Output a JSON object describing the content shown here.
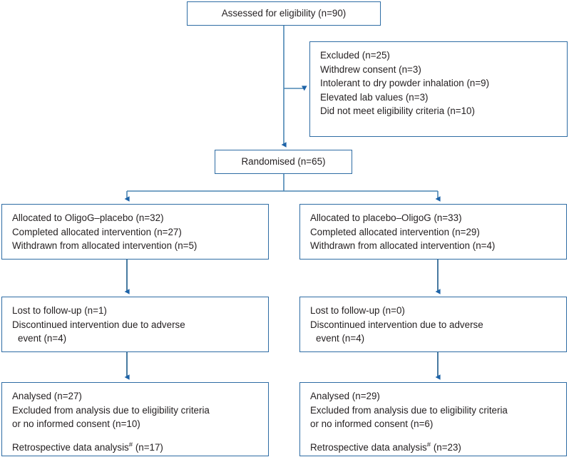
{
  "diagram": {
    "type": "consort-flow-diagram",
    "accent_color": "#2e6ca4",
    "text_color": "#231f20",
    "background": "#ffffff"
  },
  "nodes": {
    "assessed": {
      "label": "Assessed for eligibility (n=90)"
    },
    "excluded": {
      "lines": [
        "Excluded (n=25)",
        "Withdrew consent (n=3)",
        "Intolerant to dry powder inhalation (n=9)",
        "Elevated lab values (n=3)",
        "Did not meet eligibility criteria (n=10)"
      ]
    },
    "randomised": {
      "label": "Randomised (n=65)"
    },
    "allocation_left": {
      "lines": [
        "Allocated to OligoG–placebo (n=32)",
        "Completed allocated intervention (n=27)",
        "Withdrawn from allocated intervention (n=5)"
      ]
    },
    "allocation_right": {
      "lines": [
        "Allocated to placebo–OligoG (n=33)",
        "Completed allocated intervention (n=29)",
        "Withdrawn from allocated intervention (n=4)"
      ]
    },
    "followup_left": {
      "line1": "Lost to follow-up (n=1)",
      "line2": "Discontinued intervention due to adverse",
      "line3": "event (n=4)"
    },
    "followup_right": {
      "line1": "Lost to follow-up (n=0)",
      "line2": "Discontinued intervention due to adverse",
      "line3": "event (n=4)"
    },
    "analysed_left": {
      "line1": "Analysed (n=27)",
      "line2": "Excluded from analysis due to eligibility criteria",
      "line3": "or no informed consent (n=10)",
      "line4_prefix": "Retrospective data analysis",
      "line4_marker": "#",
      "line4_suffix": " (n=17)"
    },
    "analysed_right": {
      "line1": "Analysed (n=29)",
      "line2": "Excluded from analysis due to eligibility criteria",
      "line3": "or no informed consent (n=6)",
      "line4_prefix": "Retrospective data analysis",
      "line4_marker": "#",
      "line4_suffix": " (n=23)"
    }
  },
  "connectors": [
    {
      "name": "assessed-to-randomised",
      "kind": "vertical-arrow"
    },
    {
      "name": "randomised-to-excluded",
      "kind": "horizontal-arrow"
    },
    {
      "name": "randomised-split",
      "kind": "branch"
    },
    {
      "name": "alloc-left-to-followup-left",
      "kind": "vertical-arrow"
    },
    {
      "name": "alloc-right-to-followup-right",
      "kind": "vertical-arrow"
    },
    {
      "name": "followup-left-to-analysed-left",
      "kind": "vertical-arrow"
    },
    {
      "name": "followup-right-to-analysed-right",
      "kind": "vertical-arrow"
    }
  ]
}
